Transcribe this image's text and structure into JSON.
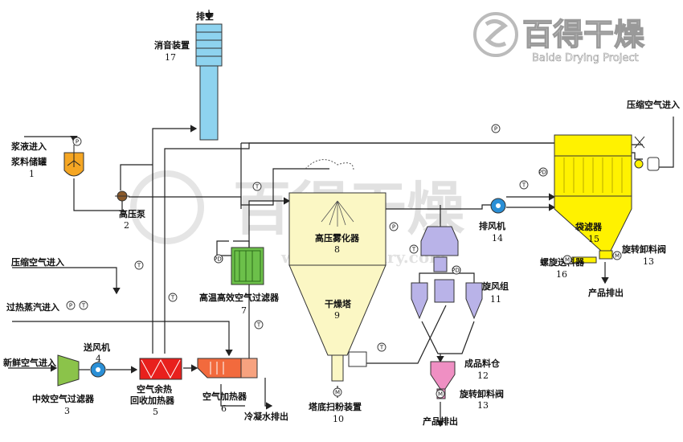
{
  "logo": {
    "chinese": "百得干燥",
    "english": "Baide Drying Project"
  },
  "watermark": {
    "chinese": "百得干燥",
    "url": "www.baidedry.com"
  },
  "labels": {
    "exhaust": "排空",
    "silencer": "消音装置",
    "silencer_num": "17",
    "slurry_in": "浆液进入",
    "slurry_tank": "浆料储罐",
    "slurry_tank_num": "1",
    "hp_pump": "高压泵",
    "hp_pump_num": "2",
    "compressed_air_in_left": "压缩空气进入",
    "steam_in": "过热蒸汽进入",
    "fresh_air_in": "新鲜空气进入",
    "blower": "送风机",
    "blower_num": "4",
    "medium_filter": "中效空气过滤器",
    "medium_filter_num": "3",
    "heat_recovery": "空气余热",
    "heat_recovery2": "回收加热器",
    "heat_recovery_num": "5",
    "air_heater": "空气加热器",
    "air_heater_num": "6",
    "condensate": "冷凝水排出",
    "hepa_filter": "高温高效空气过滤器",
    "hepa_filter_num": "7",
    "atomizer": "高压雾化器",
    "atomizer_num": "8",
    "dryer": "干燥塔",
    "dryer_num": "9",
    "sweeper": "塔底扫粉装置",
    "sweeper_num": "10",
    "exhaust_fan": "排风机",
    "exhaust_fan_num": "14",
    "cyclone": "旋风组",
    "cyclone_num": "11",
    "product_bin": "成品料仓",
    "product_bin_num": "12",
    "rotary_valve_bottom": "旋转卸料阀",
    "rotary_valve_bottom_num": "13",
    "product_out_bottom": "产品排出",
    "compressed_air_in_right": "压缩空气进入",
    "bag_filter": "袋滤器",
    "bag_filter_num": "15",
    "screw_conveyor": "螺旋送料器",
    "screw_conveyor_num": "16",
    "rotary_valve_right": "旋转卸料阀",
    "rotary_valve_right_num": "13",
    "product_out_right": "产品排出"
  },
  "instrument_tags": {
    "pressure": "P",
    "temperature": "T",
    "pdi": "PDI",
    "motor": "M"
  },
  "colors": {
    "silencer": "#8ed3ef",
    "tank": "#f5a623",
    "dryer": "#fbf7c4",
    "bag_filter": "#fff200",
    "cyclone": "#b9b3e8",
    "product_bin": "#ef8fc3",
    "hepa": "#6cc04a",
    "heat_recovery": "#e8201d",
    "air_heater": "#f26a3d",
    "medium_filter": "#8bc34a",
    "fan": "#2a8fd6"
  }
}
